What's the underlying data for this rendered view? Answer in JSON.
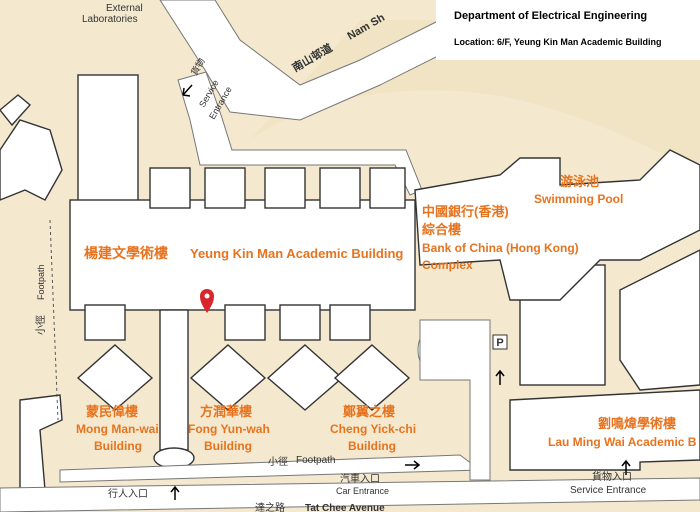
{
  "info": {
    "title": "Department of Electrical Engineering",
    "location": "Location: 6/F, Yeung Kin Man Academic Building"
  },
  "labels": {
    "external_labs_1": "External",
    "external_labs_2": "Laboratories",
    "nam_shan_zh": "南山邨道",
    "nam_shan_en": "Nam Sh",
    "service_entrance_top_zh": "貨物",
    "service_entrance_top_1": "Service",
    "service_entrance_top_2": "Entrance",
    "yeung_zh": "楊建文學術樓",
    "yeung_en": "Yeung Kin Man Academic Building",
    "boc_zh_1": "中國銀行(香港)",
    "boc_zh_2": "綜合樓",
    "boc_en_1": "Bank of China (Hong Kong)",
    "boc_en_2": "Complex",
    "pool_zh": "游泳池",
    "pool_en": "Swimming Pool",
    "footpath_left_en": "Footpath",
    "footpath_left_zh": "小徑",
    "mong_zh": "蒙民偉樓",
    "mong_en_1": "Mong Man-wai",
    "mong_en_2": "Building",
    "fong_zh": "方潤華樓",
    "fong_en_1": "Fong Yun-wah",
    "fong_en_2": "Building",
    "cheng_zh": "鄭翼之樓",
    "cheng_en_1": "Cheng Yick-chi",
    "cheng_en_2": "Building",
    "lau_zh": "劉鳴煒學術樓",
    "lau_en": "Lau Ming Wai Academic B",
    "footpath_bottom_zh": "小徑",
    "footpath_bottom_en": "Footpath",
    "car_entrance_zh": "汽車入口",
    "car_entrance_en": "Car Entrance",
    "pedestrian_zh": "行人入口",
    "service_entrance_bottom_zh": "貨物入口",
    "service_entrance_bottom_en": "Service  Entrance",
    "tat_chee_zh": "達之路",
    "tat_chee_en": "Tat Chee Avenue",
    "parking": "P"
  },
  "colors": {
    "label": "#e8731f",
    "marker": "#d9262c",
    "background": "#f4e9cf"
  }
}
